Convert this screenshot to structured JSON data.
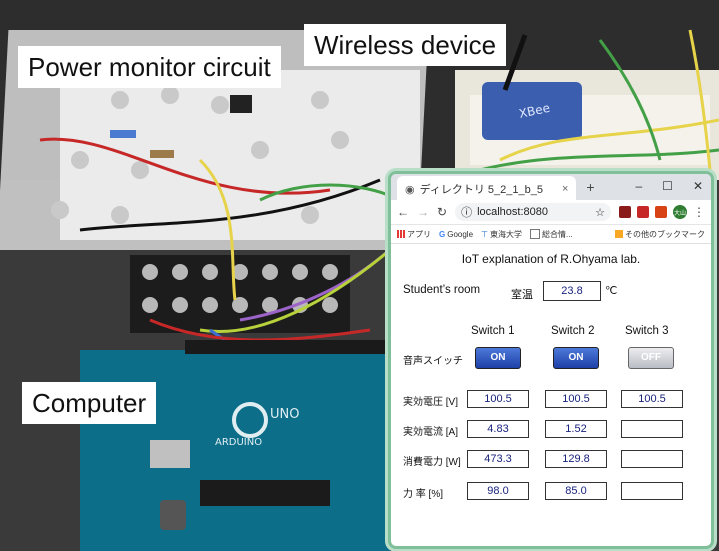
{
  "captions": {
    "power_monitor": "Power monitor circuit",
    "wireless": "Wireless device",
    "computer": "Computer"
  },
  "browser": {
    "tab_title": "ディレクトリ  5_2_1_b_5",
    "tab_close": "×",
    "new_tab": "+",
    "url": "localhost:8080",
    "bookmarks": [
      "アプリ",
      "Google",
      "東海大学",
      "総合情..."
    ],
    "bookmark_other": "その他のブックマーク",
    "avatar_text": "大山",
    "icons": [
      "back-icon",
      "forward-icon",
      "reload-icon",
      "info-icon",
      "star-icon",
      "menu-icon"
    ]
  },
  "page": {
    "title": "IoT explanation of  R.Ohyama lab.",
    "room_label": "Student’s room",
    "temp_label": "室温",
    "temp_value": "23.8",
    "temp_unit": "℃",
    "voice_label": "音声スイッチ",
    "switches": [
      {
        "name": "Switch 1",
        "state": "ON"
      },
      {
        "name": "Switch 2",
        "state": "ON"
      },
      {
        "name": "Switch 3",
        "state": "OFF"
      }
    ],
    "rows": [
      {
        "label": "実効電圧 [V]",
        "values": [
          "100.5",
          "100.5",
          "100.5"
        ]
      },
      {
        "label": "実効電流 [A]",
        "values": [
          "4.83",
          "1.52",
          ""
        ]
      },
      {
        "label": "消費電力 [W]",
        "values": [
          "473.3",
          "129.8",
          ""
        ]
      },
      {
        "label": "力  率  [%]",
        "values": [
          "98.0",
          "85.0",
          ""
        ]
      }
    ]
  },
  "colors": {
    "on_button": "#2f55c2",
    "off_button": "#d0d2d8",
    "value_text": "#1a237e",
    "window_border": "#7fbf9a"
  }
}
